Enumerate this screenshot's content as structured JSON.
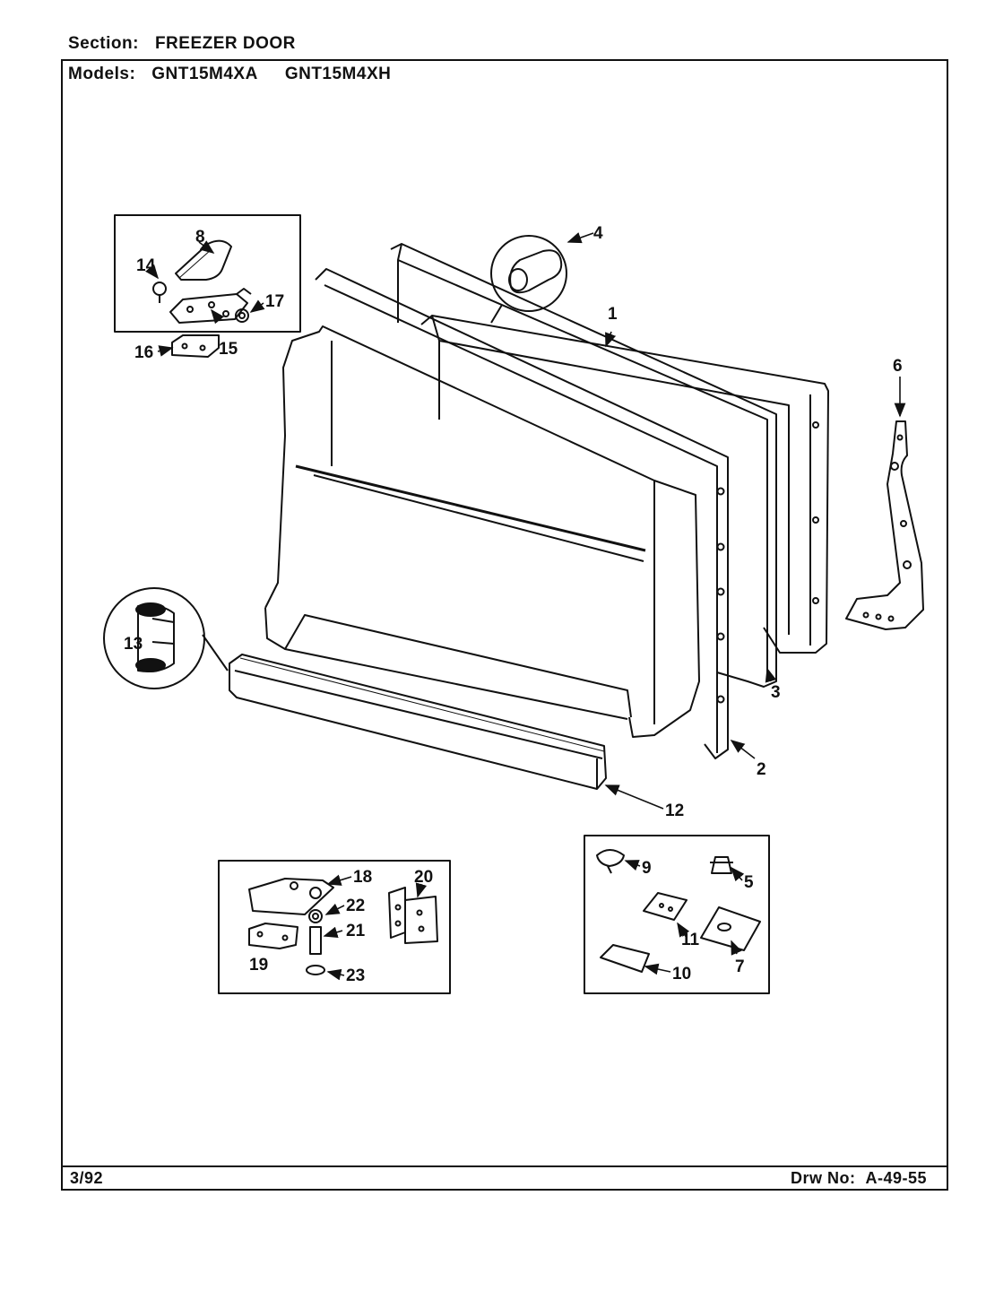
{
  "header": {
    "section_label": "Section:",
    "section_value": "FREEZER DOOR",
    "models_label": "Models:",
    "models": [
      "GNT15M4XA",
      "GNT15M4XH"
    ]
  },
  "footer": {
    "date": "3/92",
    "drawing_label": "Drw No:",
    "drawing_number": "A-49-55"
  },
  "callouts": {
    "c1": "1",
    "c2": "2",
    "c3": "3",
    "c4": "4",
    "c5": "5",
    "c6": "6",
    "c7": "7",
    "c8": "8",
    "c9": "9",
    "c10": "10",
    "c11": "11",
    "c12": "12",
    "c13": "13",
    "c14": "14",
    "c15": "15",
    "c16": "16",
    "c17": "17",
    "c18": "18",
    "c19": "19",
    "c20": "20",
    "c21": "21",
    "c22": "22",
    "c23": "23"
  }
}
